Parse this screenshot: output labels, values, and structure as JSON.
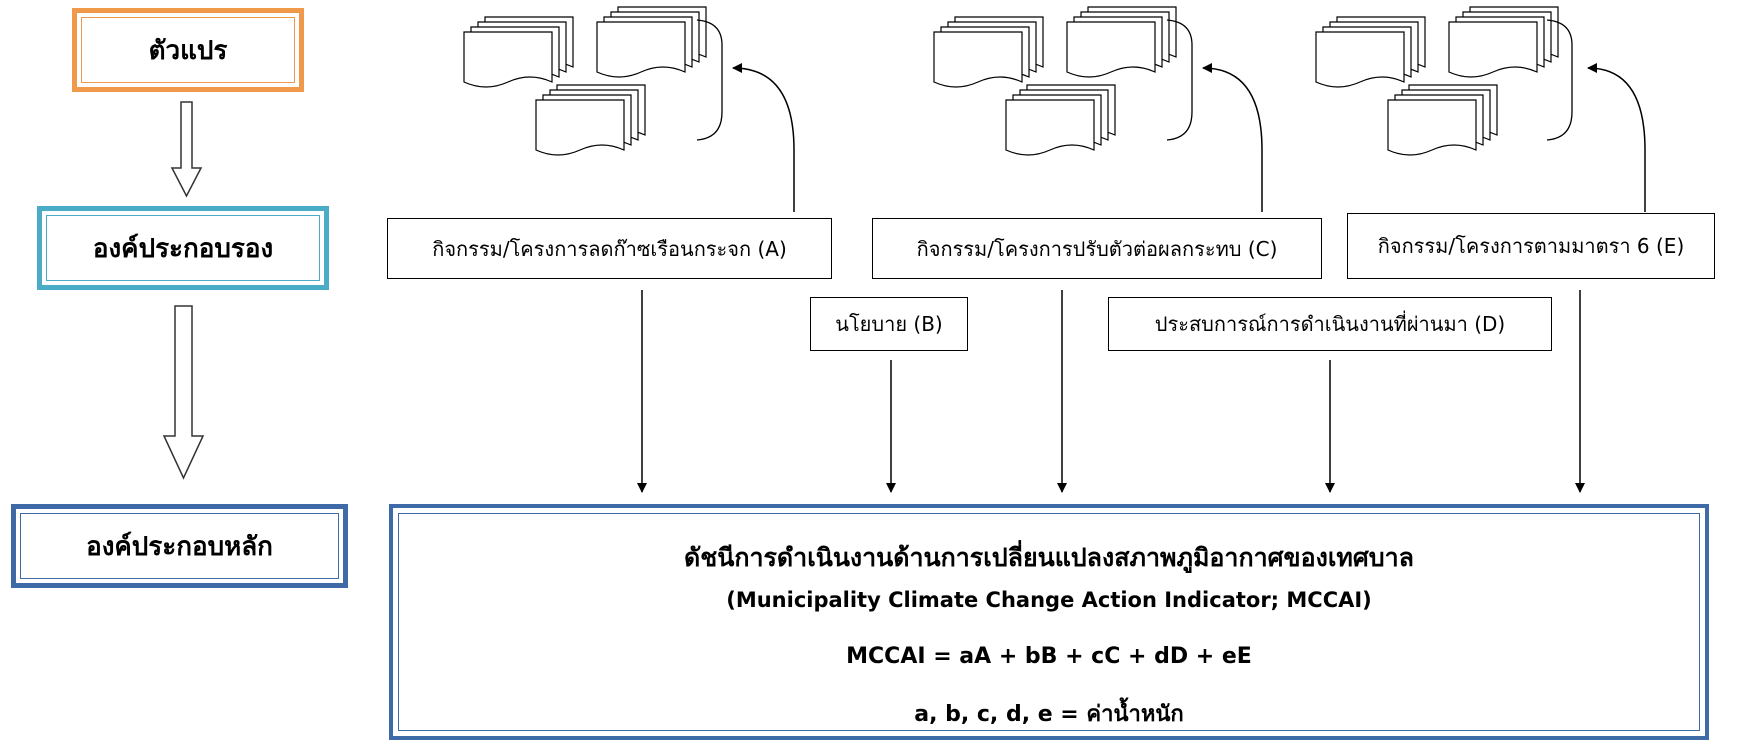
{
  "levels": {
    "variable": "ตัวแปร",
    "sub_component": "องค์ประกอบรอง",
    "main_component": "องค์ประกอบหลัก"
  },
  "sub_items": {
    "a": "กิจกรรม/โครงการลดก๊าซเรือนกระจก (A)",
    "b": "นโยบาย (B)",
    "c": "กิจกรรม/โครงการปรับตัวต่อผลกระทบ (C)",
    "d": "ประสบการณ์การดำเนินงานที่ผ่านมา (D)",
    "e": "กิจกรรม/โครงการตามมาตรา 6 (E)"
  },
  "main": {
    "title": "ดัชนีการดำเนินงานด้านการเปลี่ยนแปลงสภาพภูมิอากาศของเทศบาล",
    "subtitle": "(Municipality Climate Change Action Indicator; MCCAI)",
    "formula": "MCCAI = aA + bB + cC + dD + eE",
    "weights": "a, b, c, d, e = ค่าน้ำหนัก"
  },
  "colors": {
    "variable_border": "#f0994a",
    "sub_component_border": "#4aacc6",
    "main_component_border": "#3f6aa8"
  }
}
